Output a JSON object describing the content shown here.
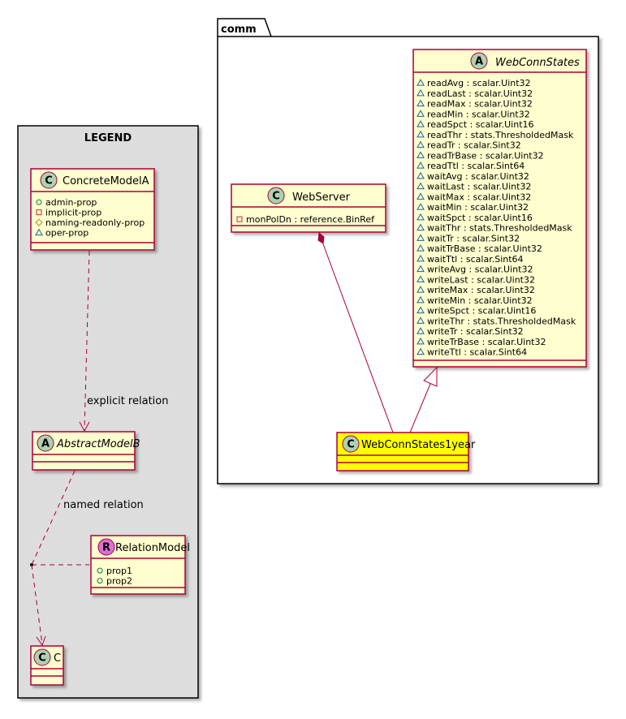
{
  "legend": {
    "title": "LEGEND",
    "concrete": {
      "stereo": "C",
      "name": "ConcreteModelA",
      "attrs": [
        {
          "vis": "+",
          "name": "admin-prop"
        },
        {
          "vis": "-",
          "name": "implicit-prop"
        },
        {
          "vis": "#",
          "name": "naming-readonly-prop"
        },
        {
          "vis": "~",
          "name": "oper-prop"
        }
      ]
    },
    "abstract": {
      "stereo": "A",
      "name": "AbstractModelB"
    },
    "relation": {
      "stereo": "R",
      "name": "RelationModel",
      "attrs": [
        {
          "vis": "+",
          "name": "prop1"
        },
        {
          "vis": "+",
          "name": "prop2"
        }
      ]
    },
    "c": {
      "stereo": "C",
      "name": "C"
    },
    "explicit_label": "explicit relation",
    "named_label": "named relation"
  },
  "package": {
    "name": "comm",
    "webserver": {
      "stereo": "C",
      "name": "WebServer",
      "attrs": [
        {
          "vis": "-",
          "name": "monPolDn : reference.BinRef"
        }
      ]
    },
    "webconnstates": {
      "stereo": "A",
      "name": "WebConnStates",
      "attrs": [
        "readAvg : scalar.Uint32",
        "readLast : scalar.Uint32",
        "readMax : scalar.Uint32",
        "readMin : scalar.Uint32",
        "readSpct : scalar.Uint16",
        "readThr : stats.ThresholdedMask",
        "readTr : scalar.Sint32",
        "readTrBase : scalar.Uint32",
        "readTtl : scalar.Sint64",
        "waitAvg : scalar.Uint32",
        "waitLast : scalar.Uint32",
        "waitMax : scalar.Uint32",
        "waitMin : scalar.Uint32",
        "waitSpct : scalar.Uint16",
        "waitThr : stats.ThresholdedMask",
        "waitTr : scalar.Sint32",
        "waitTrBase : scalar.Uint32",
        "waitTtl : scalar.Sint64",
        "writeAvg : scalar.Uint32",
        "writeLast : scalar.Uint32",
        "writeMax : scalar.Uint32",
        "writeMin : scalar.Uint32",
        "writeSpct : scalar.Uint16",
        "writeThr : stats.ThresholdedMask",
        "writeTr : scalar.Sint32",
        "writeTrBase : scalar.Uint32",
        "writeTtl : scalar.Sint64"
      ]
    },
    "year": {
      "stereo": "C",
      "name": "WebConnStates1year"
    }
  },
  "colors": {
    "class_fill": "#FEFECE",
    "border": "#A80036",
    "legend_fill": "#DDDDDD",
    "highlight": "#FFFF00",
    "badge_class": "#ADD1B2",
    "badge_relation": "#DA70D6"
  }
}
